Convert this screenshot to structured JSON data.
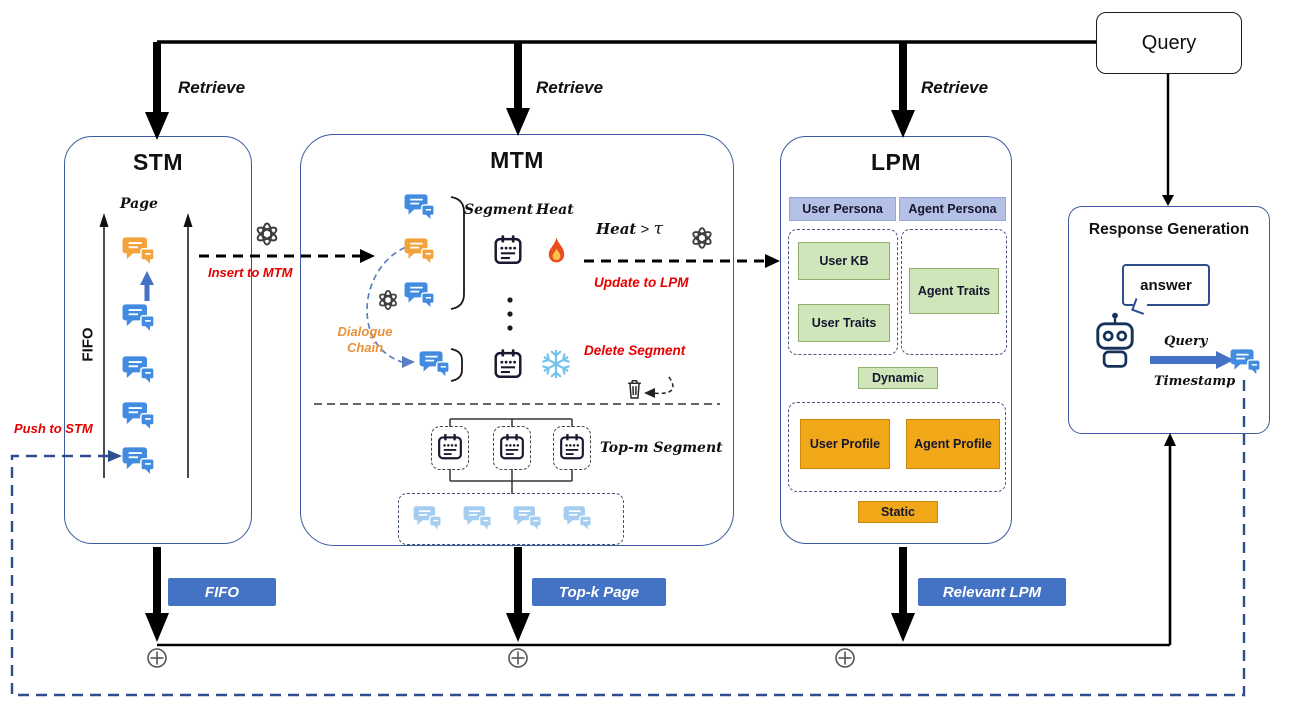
{
  "query_box": {
    "label": "Query"
  },
  "retrieve": {
    "r1": "Retrieve",
    "r2": "Retrieve",
    "r3": "Retrieve"
  },
  "stm": {
    "title": "STM",
    "page": "Page",
    "fifo_axis": "FIFO",
    "push": "Push to STM"
  },
  "flow": {
    "insert": "Insert to MTM",
    "update": "Update to LPM",
    "heat_word": "Heat",
    "gt": ">",
    "tau": "τ"
  },
  "mtm": {
    "title": "MTM",
    "segment": "Segment",
    "heat": "Heat",
    "dialogue_chain": "Dialogue Chain",
    "delete_segment": "Delete Segment",
    "top_m": "Top-m Segment"
  },
  "lpm": {
    "title": "LPM",
    "user_persona": "User Persona",
    "agent_persona": "Agent Persona",
    "user_kb": "User KB",
    "user_traits": "User Traits",
    "agent_traits": "Agent Traits",
    "dynamic": "Dynamic",
    "user_profile": "User Profile",
    "agent_profile": "Agent Profile",
    "static": "Static"
  },
  "response": {
    "title": "Response Generation",
    "answer": "answer",
    "query": "Query",
    "timestamp": "Timestamp"
  },
  "chips": {
    "fifo": "FIFO",
    "top_k": "Top-k Page",
    "relevant": "Relevant LPM"
  },
  "icons": {
    "chat": "chat-bubbles-icon",
    "openai": "llm-openai-icon",
    "calendar": "segment-note-icon",
    "fire": "heat-flame-icon",
    "snowflake": "frozen-icon",
    "trash": "trash-icon",
    "robot": "agent-robot-icon",
    "plus_junction": "⊕"
  },
  "colors": {
    "accent_blue": "#4472c4",
    "box_border_blue": "#3a5ba0",
    "feedback_dash_blue": "#2e4d8f",
    "red_text": "#e60000",
    "orange_text": "#e8923a",
    "green_fill": "#cfe6ba",
    "gold_fill": "#f0a818",
    "persona_header_fill": "#b4c0e6",
    "chat_blue": "#418be0",
    "chat_orange": "#f2a33c",
    "chat_light": "#a4cdf0"
  }
}
